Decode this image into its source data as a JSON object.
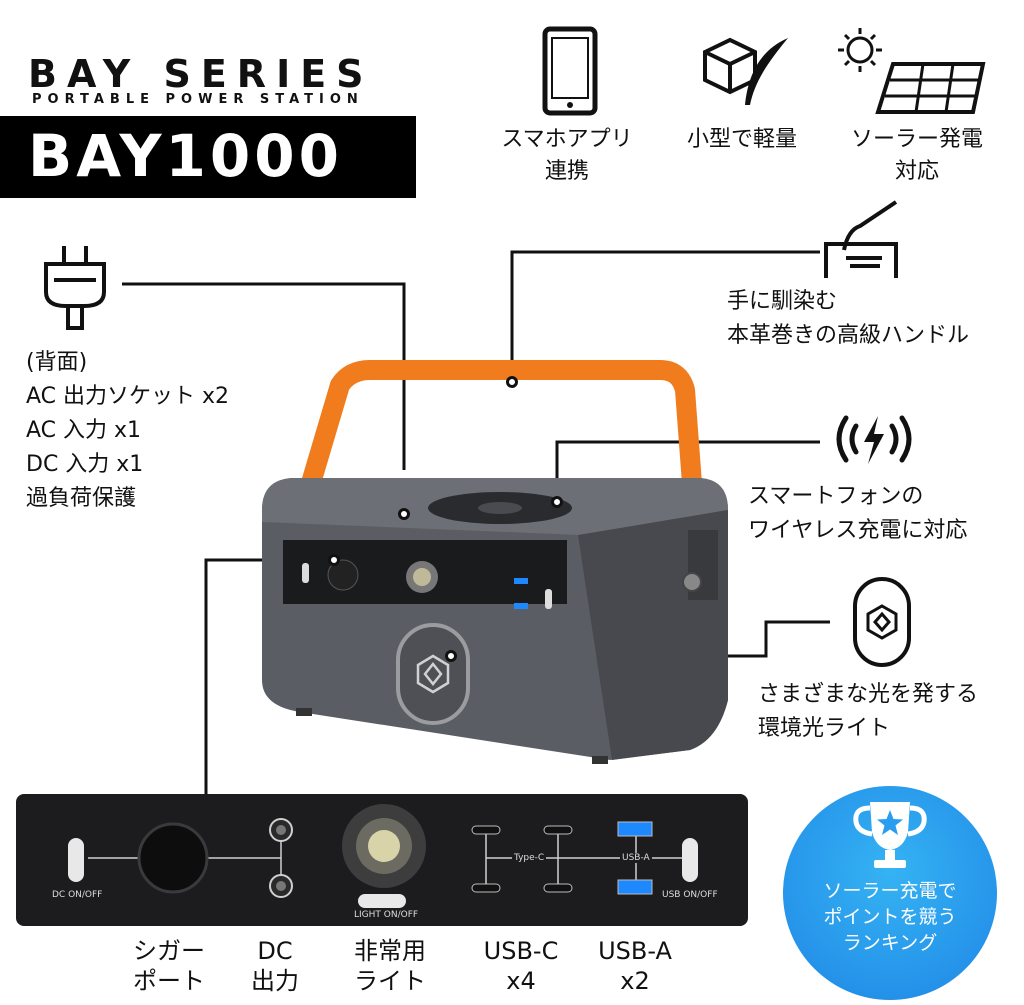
{
  "brand": {
    "series": "BAY SERIES",
    "subtitle": "PORTABLE POWER STATION",
    "model": "BAY1000"
  },
  "features_top": [
    {
      "icon": "smartphone-icon",
      "line1": "スマホアプリ",
      "line2": "連携"
    },
    {
      "icon": "box-feather-icon",
      "line1": "小型で軽量",
      "line2": ""
    },
    {
      "icon": "solar-panel-icon",
      "line1": "ソーラー発電",
      "line2": "対応"
    }
  ],
  "callouts": {
    "back": {
      "icon": "plug-icon",
      "lines": [
        "(背面)",
        "AC 出力ソケット x2",
        "AC 入力 x1",
        "DC 入力 x1",
        "過負荷保護"
      ]
    },
    "handle": {
      "icon": "hand-handle-icon",
      "lines": [
        "手に馴染む",
        "本革巻きの高級ハンドル"
      ]
    },
    "wireless": {
      "icon": "wireless-charge-icon",
      "lines": [
        "スマートフォンの",
        "ワイヤレス充電に対応"
      ]
    },
    "light": {
      "icon": "light-logo-icon",
      "lines": [
        "さまざまな光を発する",
        "環境光ライト"
      ]
    }
  },
  "panel": {
    "dc_switch": "DC ON/OFF",
    "light_switch": "LIGHT ON/OFF",
    "usb_switch": "USB ON/OFF",
    "typec_label": "Type-C",
    "usba_label": "USB-A"
  },
  "bottom_labels": [
    {
      "line1": "シガー",
      "line2": "ポート"
    },
    {
      "line1": "DC",
      "line2": "出力"
    },
    {
      "line1": "非常用",
      "line2": "ライト"
    },
    {
      "line1": "USB-C",
      "line2": "x4"
    },
    {
      "line1": "USB-A",
      "line2": "x2"
    }
  ],
  "badge": {
    "icon": "trophy-icon",
    "lines": [
      "ソーラー充電で",
      "ポイントを競う",
      "ランキング"
    ]
  },
  "colors": {
    "handle": "#f07c1e",
    "body": "#5a5d63",
    "badge": "#2a9df0",
    "panel": "#1c1c1e"
  }
}
